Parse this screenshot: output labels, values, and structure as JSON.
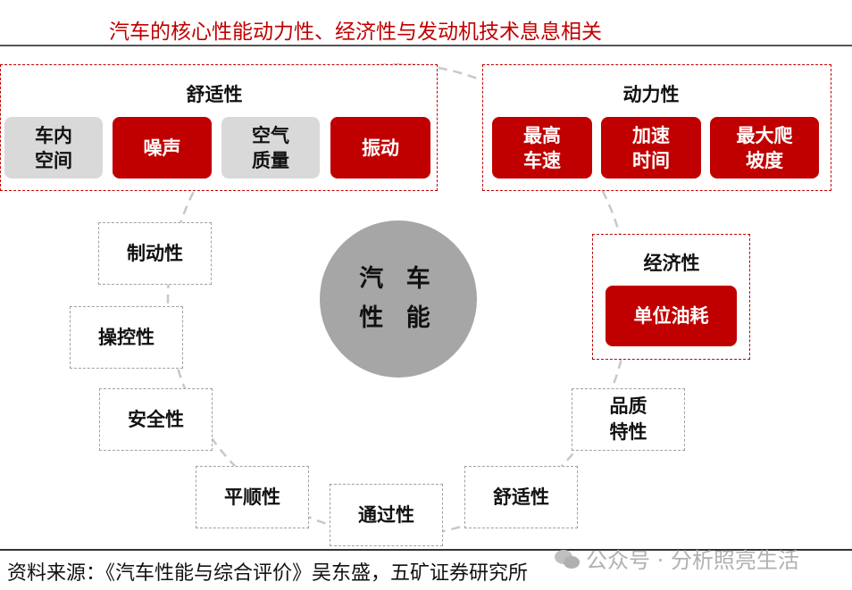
{
  "title": "汽车的核心性能动力性、经济性与发动机技术息息相关",
  "center": {
    "line1": "汽 车",
    "line2": "性 能"
  },
  "comfort_group": {
    "label": "舒适性",
    "items": [
      {
        "line1": "车内",
        "line2": "空间",
        "highlight": false
      },
      {
        "line1": "噪声",
        "line2": "",
        "highlight": true
      },
      {
        "line1": "空气",
        "line2": "质量",
        "highlight": false
      },
      {
        "line1": "振动",
        "line2": "",
        "highlight": true
      }
    ]
  },
  "power_group": {
    "label": "动力性",
    "items": [
      {
        "line1": "最高",
        "line2": "车速"
      },
      {
        "line1": "加速",
        "line2": "时间"
      },
      {
        "line1": "最大爬",
        "line2": "坡度"
      }
    ]
  },
  "economy_group": {
    "label": "经济性",
    "item": "单位油耗"
  },
  "other_properties": [
    {
      "line1": "制动性",
      "line2": ""
    },
    {
      "line1": "操控性",
      "line2": ""
    },
    {
      "line1": "安全性",
      "line2": ""
    },
    {
      "line1": "平顺性",
      "line2": ""
    },
    {
      "line1": "通过性",
      "line2": ""
    },
    {
      "line1": "舒适性",
      "line2": ""
    },
    {
      "line1": "品质",
      "line2": "特性"
    }
  ],
  "source": "资料来源：《汽车性能与综合评价》吴东盛，五矿证券研究所",
  "watermark": "公众号 · 分析照亮生活",
  "colors": {
    "accent": "#c00000",
    "grey_fill": "#d9d9d9",
    "center_fill": "#a6a6a6"
  }
}
